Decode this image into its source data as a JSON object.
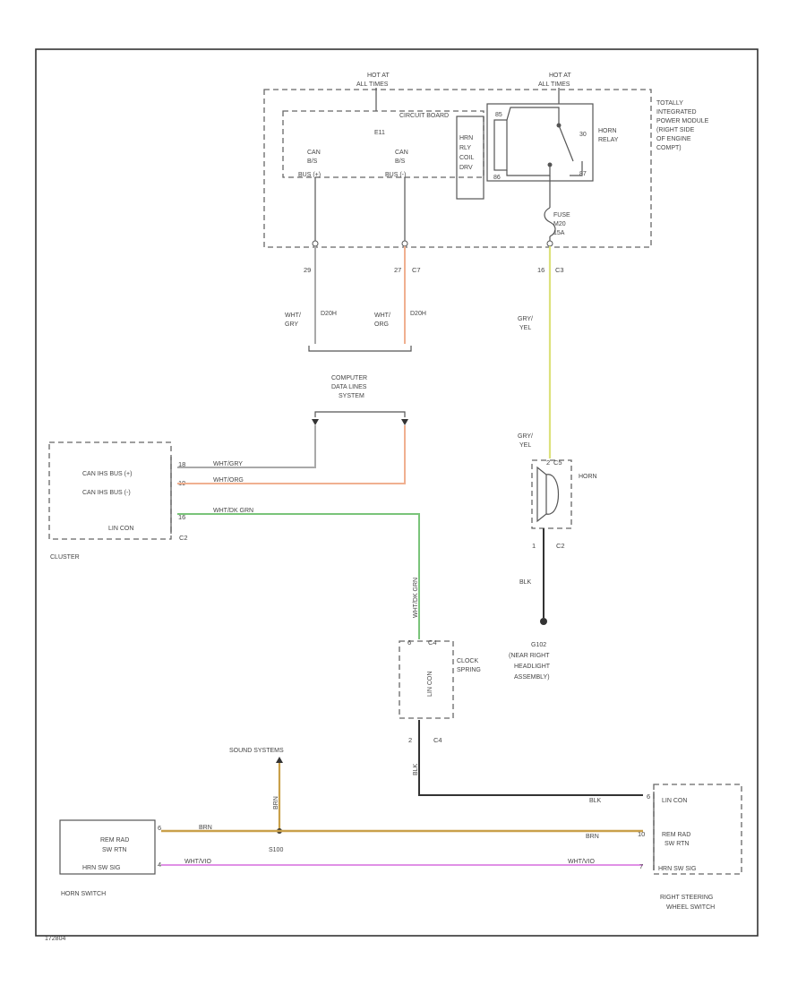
{
  "figure_id": "172804",
  "tipm": {
    "label": [
      "TOTALLY",
      "INTEGRATED",
      "POWER MODULE",
      "(RIGHT SIDE",
      "OF ENGINE",
      "COMPT)"
    ],
    "hot1": [
      "HOT AT",
      "ALL TIMES"
    ],
    "hot2": [
      "HOT AT",
      "ALL TIMES"
    ],
    "circuit_board": "CIRCUIT BOARD",
    "board_id": "E11",
    "can_plus": [
      "CAN",
      "B/S",
      "BUS (+)"
    ],
    "can_minus": [
      "CAN",
      "B/S",
      "BUS (-)"
    ],
    "horn_relay_ctrl": [
      "HRN",
      "RLY",
      "COIL",
      "DRV"
    ],
    "relay_label": [
      "HORN",
      "RELAY"
    ],
    "relay_pins": [
      "85",
      "30",
      "86",
      "87"
    ],
    "fuse": [
      "FUSE",
      "M20",
      "15A"
    ]
  },
  "pins_top": [
    {
      "num": "29",
      "conn": ""
    },
    {
      "num": "27",
      "conn": "C7"
    },
    {
      "num": "16",
      "conn": "C3"
    }
  ],
  "wires": {
    "w1": [
      "WHT/",
      "GRY"
    ],
    "w1_code": "D20H",
    "w2": [
      "WHT/",
      "ORG"
    ],
    "w2_code": "D20H",
    "horn_feed": [
      "GRY/",
      "YEL"
    ],
    "horn_feed2": [
      "GRY/",
      "YEL"
    ],
    "cluster_w1": "WHT/GRY",
    "cluster_w2": "WHT/ORG",
    "cluster_w3": "WHT/DK GRN",
    "lin_vert": "WHT/DK GRN",
    "blk_ground": "BLK",
    "blk_cs": "BLK",
    "blk_rs": "BLK",
    "brn_main": "BRN",
    "brn_rs": "BRN",
    "brn_vert": "BRN",
    "whtvio_main": "WHT/VIO",
    "whtvio_rs": "WHT/VIO"
  },
  "cdl": [
    "COMPUTER",
    "DATA LINES",
    "SYSTEM"
  ],
  "cluster": {
    "pins": [
      {
        "label": "CAN IHS BUS (+)",
        "num": "18"
      },
      {
        "label": "CAN IHS BUS (-)",
        "num": "19"
      },
      {
        "label": "LIN CON",
        "num": "16"
      }
    ],
    "conn": "C2",
    "name": "CLUSTER"
  },
  "horn": {
    "name": "HORN",
    "top_pin": "2",
    "top_conn": "C5",
    "bottom_pin": "1",
    "bottom_conn": "C2",
    "ground": [
      "G102",
      "(NEAR RIGHT",
      "HEADLIGHT",
      "ASSEMBLY)"
    ]
  },
  "clock_spring": {
    "name": [
      "CLOCK",
      "SPRING"
    ],
    "inner": "LIN CON",
    "top_pin": "6",
    "top_conn": "C4",
    "bottom_pin": "2",
    "bottom_conn": "C4"
  },
  "sound_systems": "SOUND SYSTEMS",
  "splice": "S100",
  "horn_switch": {
    "inner": [
      "REM RAD",
      "SW RTN"
    ],
    "inner2": "HRN SW SIG",
    "pin1": "6",
    "pin2": "4",
    "name": "HORN SWITCH"
  },
  "right_switch": {
    "lin": "LIN CON",
    "rad": [
      "REM RAD",
      "SW RTN"
    ],
    "hrn": "HRN SW SIG",
    "pin_lin": "6",
    "pin_rad": "10",
    "pin_hrn": "7",
    "name": [
      "RIGHT STEERING",
      "WHEEL SWITCH"
    ]
  },
  "colors": {
    "gry": "#a9a9a9",
    "orange": "#f0b090",
    "yellow": "#dde27c",
    "green": "#7ac47a",
    "violet": "#e090e6",
    "brown": "#c9a04a",
    "black": "#333333"
  }
}
